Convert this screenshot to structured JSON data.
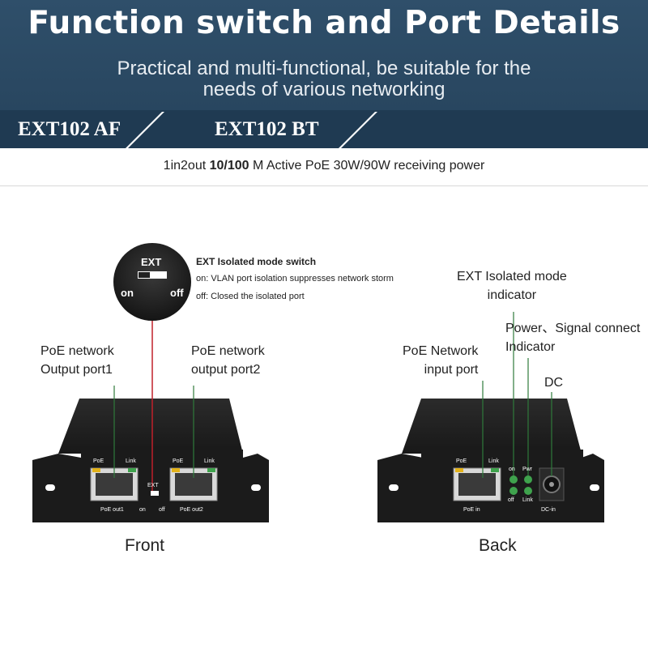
{
  "header": {
    "title": "Function switch and Port Details",
    "subtitle_line1": "Practical and multi-functional,  be suitable for the",
    "subtitle_line2": "needs of various networking"
  },
  "models": {
    "model_a": "EXT102 AF",
    "model_b": "EXT102 BT"
  },
  "spec": {
    "part1": "1in2out ",
    "part2": "10/100",
    "part3": " M Active PoE  30W/90W receiving power"
  },
  "switch_callout": {
    "title": "EXT Isolated mode switch",
    "on_desc": "on:  VLAN port isolation suppresses network storm",
    "off_desc": "off:  Closed the isolated port",
    "zoom_ext": "EXT",
    "zoom_on": "on",
    "zoom_off": "off"
  },
  "front": {
    "port1_label_line1": "PoE network",
    "port1_label_line2": "Output port1",
    "port2_label_line1": "PoE network",
    "port2_label_line2": "output port2",
    "caption": "Front",
    "silk": {
      "poe": "PoE",
      "link": "Link",
      "out1": "PoE   out1",
      "out2": "PoE   out2",
      "ext": "EXT",
      "on": "on",
      "off": "off"
    }
  },
  "back": {
    "ext_indicator_line1": "EXT Isolated mode",
    "ext_indicator_line2": "indicator",
    "power_line1": "Power、Signal connect",
    "power_line2": "Indicator",
    "input_label_line1": "PoE Network",
    "input_label_line2": "input port",
    "dc_label": "DC",
    "caption": "Back",
    "silk": {
      "poe": "PoE",
      "link": "Link",
      "in": "PoE   in",
      "on": "on",
      "pwr": "Pwr",
      "off": "off",
      "link2": "Link",
      "dcin": "DC-in"
    }
  },
  "colors": {
    "banner": "#2f4f6a",
    "callout_line_red": "#c0202a",
    "led_green": "#3fa34d",
    "led_amber": "#e3b21a",
    "device_body": "#1b1b1b"
  }
}
